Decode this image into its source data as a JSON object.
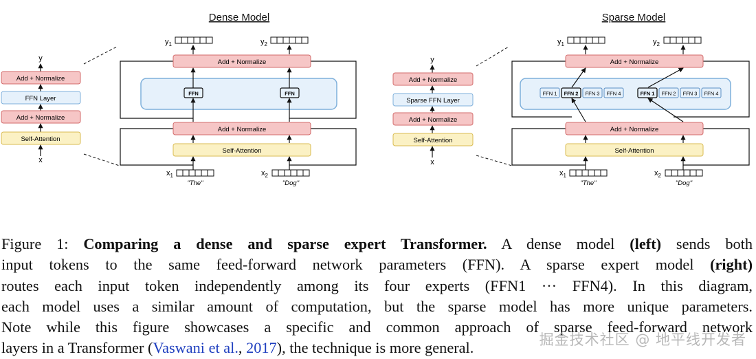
{
  "dense": {
    "title": "Dense Model",
    "mini": {
      "y": "y",
      "x": "x",
      "add_top": "Add + Normalize",
      "ffn": "FFN Layer",
      "add_bottom": "Add + Normalize",
      "attn": "Self-Attention"
    },
    "add_top": "Add + Normalize",
    "add_bottom": "Add + Normalize",
    "attn": "Self-Attention",
    "ffn1": "FFN",
    "ffn2": "FFN",
    "y1": "y",
    "y1_sub": "1",
    "y2": "y",
    "y2_sub": "2",
    "x1": "x",
    "x1_sub": "1",
    "x2": "x",
    "x2_sub": "2",
    "tok1": "\"The\"",
    "tok2": "\"Dog\""
  },
  "sparse": {
    "title": "Sparse Model",
    "mini": {
      "y": "y",
      "x": "x",
      "add_top": "Add + Normalize",
      "ffn": "Sparse FFN Layer",
      "add_bottom": "Add + Normalize",
      "attn": "Self-Attention"
    },
    "add_top": "Add + Normalize",
    "add_bottom": "Add + Normalize",
    "attn": "Self-Attention",
    "experts_left": [
      "FFN 1",
      "FFN 2",
      "FFN 3",
      "FFN 4"
    ],
    "experts_right": [
      "FFN 1",
      "FFN 2",
      "FFN 3",
      "FFN 4"
    ],
    "y1": "y",
    "y1_sub": "1",
    "y2": "y",
    "y2_sub": "2",
    "x1": "x",
    "x1_sub": "1",
    "x2": "x",
    "x2_sub": "2",
    "tok1": "\"The\"",
    "tok2": "\"Dog\""
  },
  "caption": {
    "label": "Figure 1: ",
    "bold_title": "Comparing a dense and sparse expert Transformer.",
    "t1": " A dense model ",
    "left": "(left)",
    "t2": " sends both",
    "l2": "input tokens to the same feed-forward network parameters (FFN). A sparse expert model ",
    "right": "(right)",
    "l3": "routes each input token independently among its four experts (FFN1 ··· FFN4). In this diagram,",
    "l4": "each model uses a similar amount of computation, but the sparse model has more unique parameters.",
    "l5": "Note while this figure showcases a specific and common approach of sparse feed-forward network",
    "l6a": "layers in a Transformer (",
    "cite_author": "Vaswani et al.",
    "cite_sep": ", ",
    "cite_year": "2017",
    "l6b": "), the technique is more general."
  },
  "watermark": "掘金技术社区 @ 地平线开发者",
  "colors": {
    "add_fill": "#f6c6c6",
    "add_stroke": "#d36b6b",
    "attn_fill": "#fbf1c4",
    "attn_stroke": "#d9bb52",
    "ffn_fill": "#e6f1fb",
    "ffn_stroke": "#7fb0db",
    "expert_stroke": "#5a8fc4",
    "citation": "#1f3fbf"
  }
}
